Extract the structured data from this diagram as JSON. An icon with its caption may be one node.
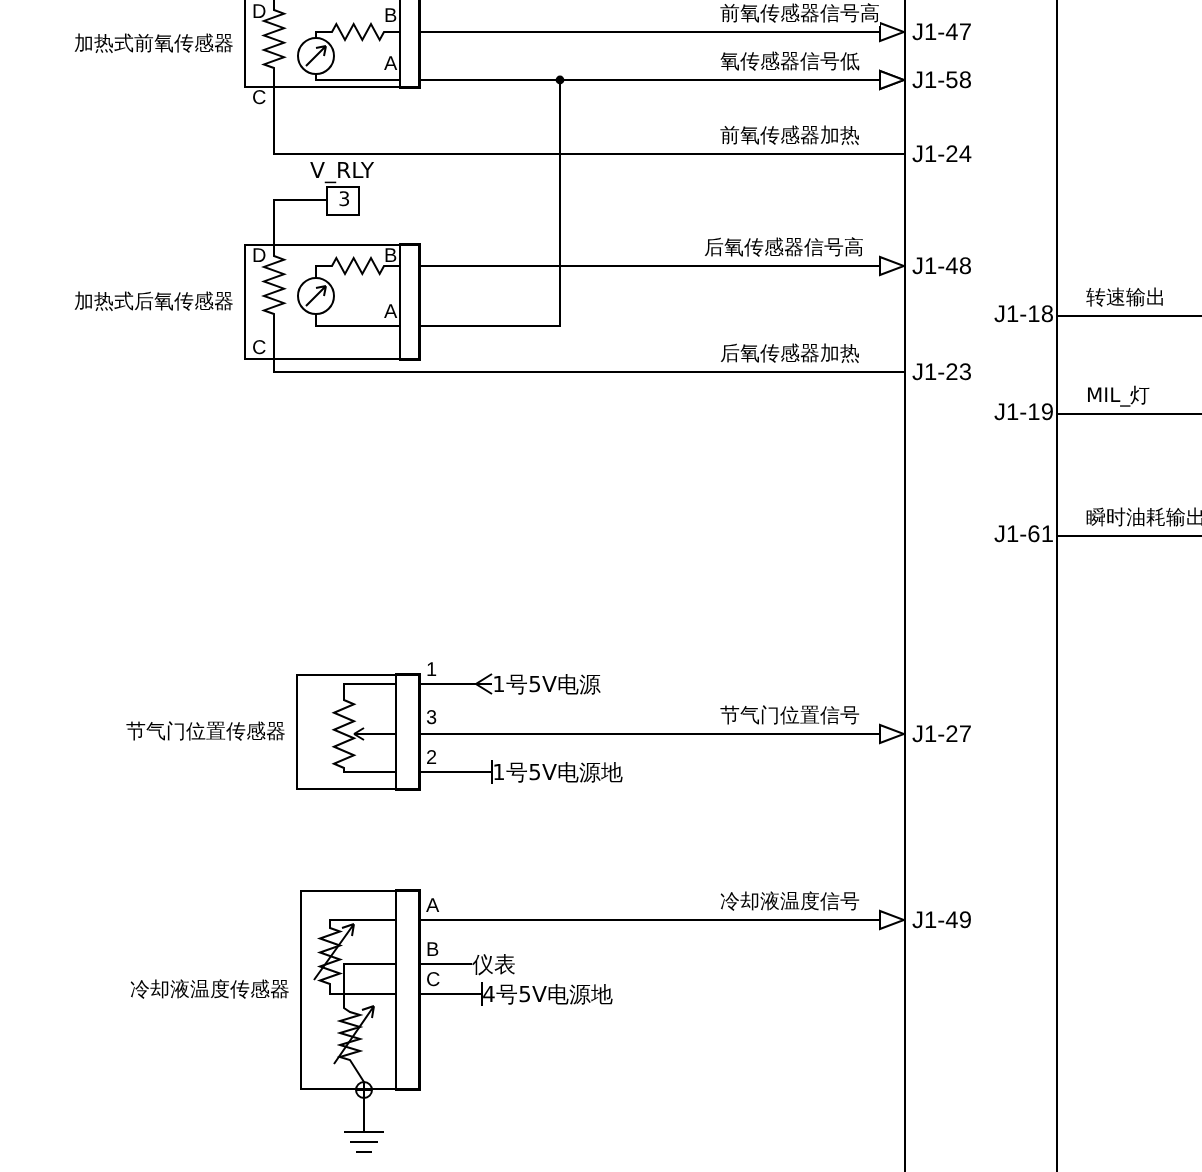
{
  "diagram": {
    "nodes": [
      {
        "text": [
          "加热式前氧传感器"
        ]
      },
      {
        "text": [
          "3"
        ],
        "beside": [
          "V_RLY"
        ]
      },
      {
        "text": [
          "加热式后氧传感器"
        ]
      },
      {
        "text": [
          "节气门位置传感器"
        ]
      },
      {
        "text": [
          "1号5V电源"
        ]
      },
      {
        "text": [
          "1号5V电源地"
        ]
      },
      {
        "text": [
          "冷却液温度传感器"
        ]
      },
      {
        "text": [
          "仪表"
        ]
      },
      {
        "text": [
          "4号5V电源地"
        ]
      },
      {
        "text": [],
        "shape": "bar"
      }
    ],
    "edges": [
      {
        "from": 0,
        "to": 9,
        "arrow": "to",
        "label": "前氧传感器信号高"
      },
      {
        "from": 0,
        "to": 9,
        "arrow": "to",
        "label": "氧传感器信号低"
      },
      {
        "from": 0,
        "to": 9,
        "arrow": "none",
        "label": "前氧传感器加热"
      },
      {
        "from": 1,
        "to": 2,
        "arrow": "none"
      },
      {
        "from": 2,
        "to": 9,
        "arrow": "to",
        "label": "后氧传感器信号高"
      },
      {
        "from": 2,
        "to": 9,
        "arrow": "to"
      },
      {
        "from": 2,
        "to": 9,
        "arrow": "none",
        "label": "后氧传感器加热"
      },
      {
        "from": 3,
        "to": 4,
        "arrow": "other"
      },
      {
        "from": 3,
        "to": 9,
        "arrow": "to",
        "label": "节气门位置信号"
      },
      {
        "from": 3,
        "to": 5,
        "arrow": "other"
      },
      {
        "from": 6,
        "to": 9,
        "arrow": "to",
        "label": "冷却液温度信号"
      },
      {
        "from": 6,
        "to": 7,
        "arrow": "none"
      },
      {
        "from": 6,
        "to": 8,
        "arrow": "other"
      },
      {
        "from": 9,
        "to": null,
        "arrow": "none",
        "label": "转速输出"
      },
      {
        "from": 9,
        "to": null,
        "arrow": "none",
        "label": "MIL_灯"
      },
      {
        "from": 9,
        "to": null,
        "arrow": "none",
        "label": "瞬时油耗输出"
      }
    ],
    "labels": [
      "D",
      "B",
      "A",
      "C",
      "J1-47",
      "J1-58",
      "J1-24",
      "D",
      "B",
      "A",
      "C",
      "J1-48",
      "J1-18",
      "J1-23",
      "J1-19",
      "J1-61",
      "1",
      "3",
      "2",
      "J1-27",
      "A",
      "B",
      "C",
      "J1-49"
    ]
  }
}
